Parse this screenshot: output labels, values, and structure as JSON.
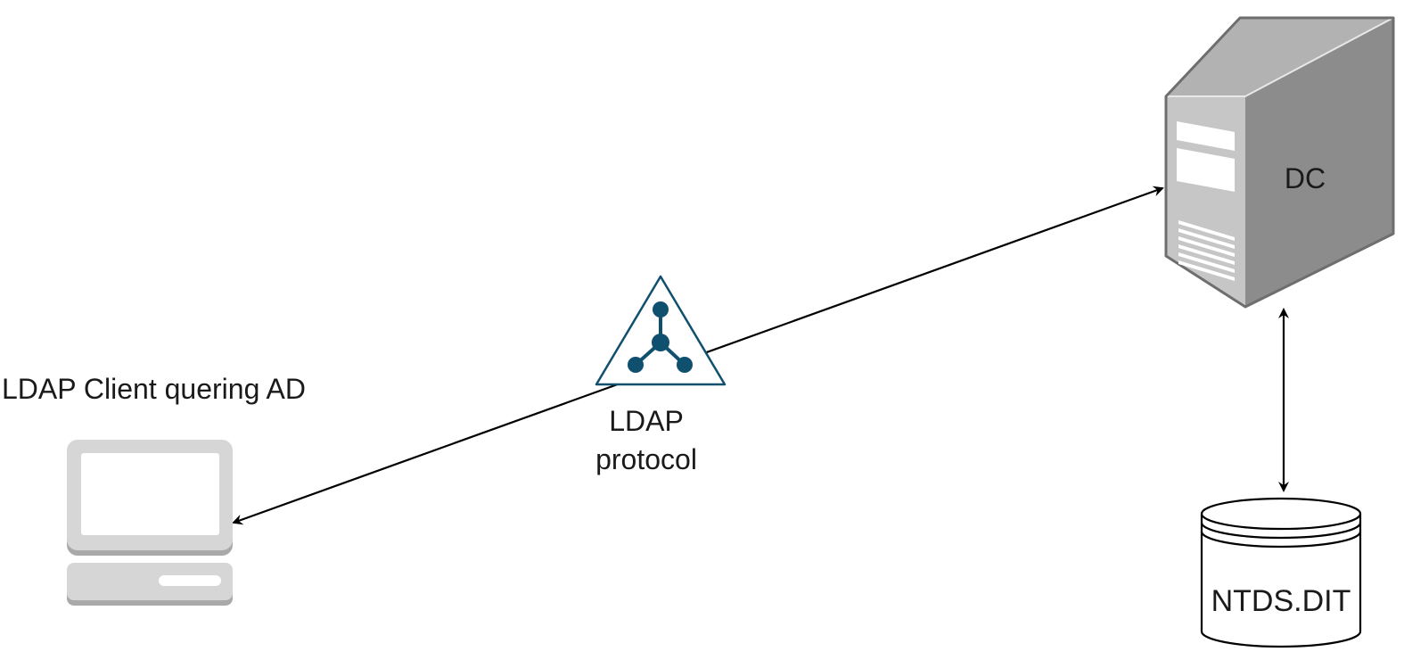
{
  "diagram": {
    "nodes": {
      "client": {
        "label": "LDAP Client quering AD",
        "icon": "desktop-computer-icon"
      },
      "protocol": {
        "label_line1": "LDAP",
        "label_line2": "protocol",
        "icon": "ldap-protocol-icon"
      },
      "dc": {
        "label": "DC",
        "icon": "server-tower-icon"
      },
      "database": {
        "label": "NTDS.DIT",
        "icon": "database-cylinder-icon"
      }
    },
    "edges": [
      {
        "from": "client",
        "to": "dc",
        "direction": "both",
        "via": "protocol"
      },
      {
        "from": "dc",
        "to": "database",
        "direction": "both"
      }
    ],
    "colors": {
      "line": "#000000",
      "protocol_icon": "#10506f",
      "server_front": "#c6c6c6",
      "server_side": "#8c8c8c",
      "server_top": "#b4b4b4",
      "computer": "#d6d6d6"
    }
  }
}
